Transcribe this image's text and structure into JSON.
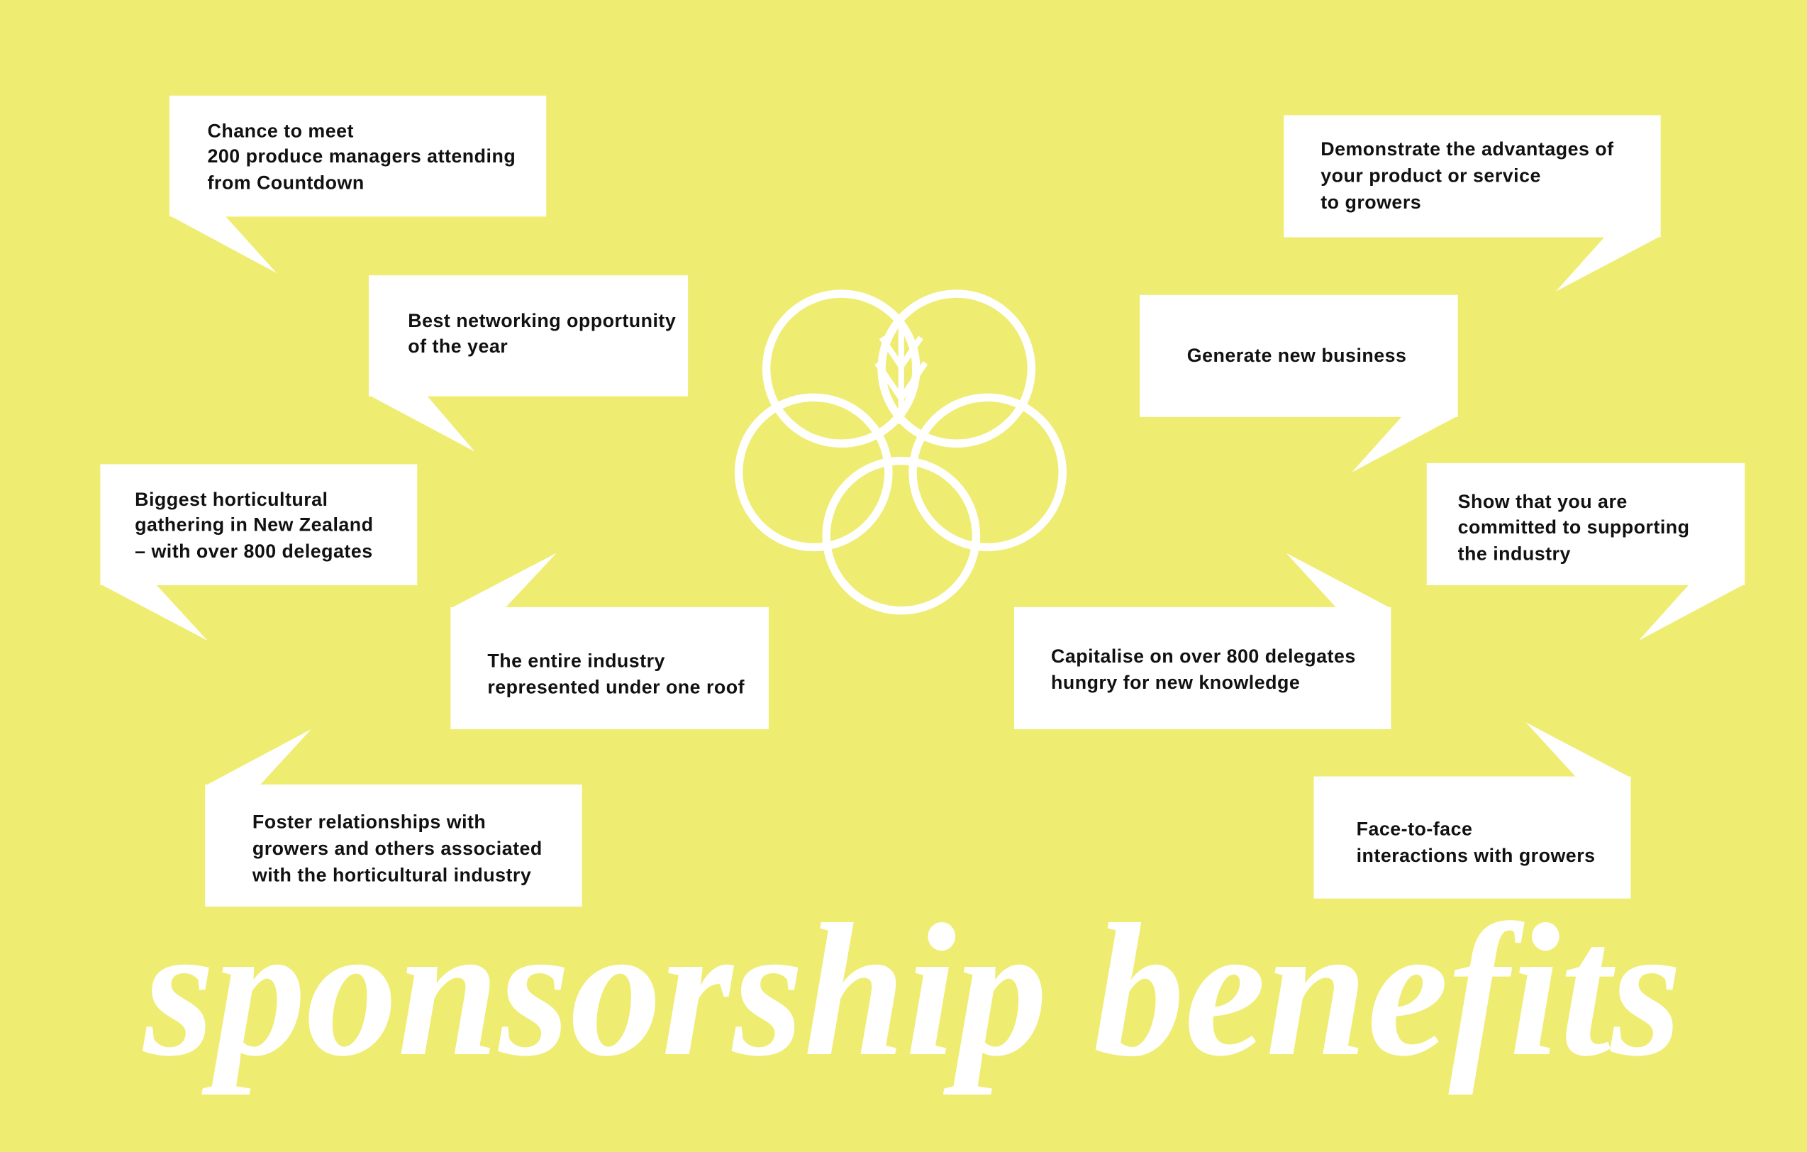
{
  "colors": {
    "background": "#efec72",
    "bubble": "#ffffff",
    "text": "#111111",
    "title": "#ffffff"
  },
  "logo": {
    "icon": "five-interlocking-circles-with-leaf"
  },
  "benefits": [
    {
      "lines": [
        "Chance to meet",
        "200 produce managers attending",
        "from Countdown"
      ]
    },
    {
      "lines": [
        "Best networking opportunity",
        "of the year"
      ]
    },
    {
      "lines": [
        "Biggest horticultural",
        "gathering in New Zealand",
        "– with over 800 delegates"
      ]
    },
    {
      "lines": [
        "The entire industry",
        "represented under one roof"
      ]
    },
    {
      "lines": [
        "Foster relationships with",
        "growers and others associated",
        "with the horticultural industry"
      ]
    },
    {
      "lines": [
        "Demonstrate the advantages of",
        "your product or service",
        "to growers"
      ]
    },
    {
      "lines": [
        "Generate new business"
      ]
    },
    {
      "lines": [
        "Show that you are",
        "committed to supporting",
        "the industry"
      ]
    },
    {
      "lines": [
        "Capitalise on over 800 delegates",
        "hungry for new knowledge"
      ]
    },
    {
      "lines": [
        "Face-to-face",
        "interactions with growers"
      ]
    }
  ],
  "title": "sponsorship benefits"
}
